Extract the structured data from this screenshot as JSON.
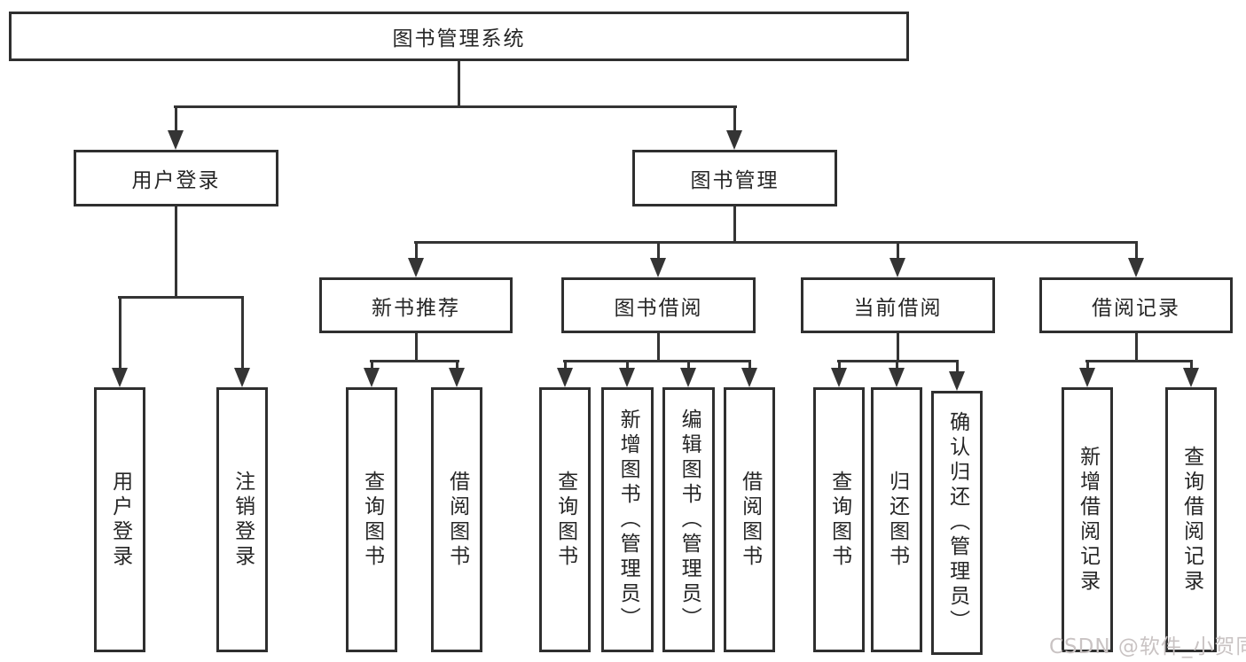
{
  "watermark": "CSDN @软件_小贺同学",
  "root": {
    "label": "图书管理系统"
  },
  "branches": {
    "user": {
      "label": "用户登录",
      "children": [
        {
          "label": "用户登录"
        },
        {
          "label": "注销登录"
        }
      ]
    },
    "book": {
      "label": "图书管理",
      "sections": [
        {
          "label": "新书推荐",
          "children": [
            {
              "label": "查询图书"
            },
            {
              "label": "借阅图书"
            }
          ]
        },
        {
          "label": "图书借阅",
          "children": [
            {
              "label": "查询图书"
            },
            {
              "label": "新增图书（管理员）"
            },
            {
              "label": "编辑图书（管理员）"
            },
            {
              "label": "借阅图书"
            }
          ]
        },
        {
          "label": "当前借阅",
          "children": [
            {
              "label": "查询图书"
            },
            {
              "label": "归还图书"
            },
            {
              "label": "确认归还（管理员）"
            }
          ]
        },
        {
          "label": "借阅记录",
          "children": [
            {
              "label": "新增借阅记录"
            },
            {
              "label": "查询借阅记录"
            }
          ]
        }
      ]
    }
  },
  "colors": {
    "line": "#343434",
    "border": "#2f2f2f",
    "text": "#262626",
    "watermark": "#c9c3c3",
    "background": "#ffffff"
  }
}
